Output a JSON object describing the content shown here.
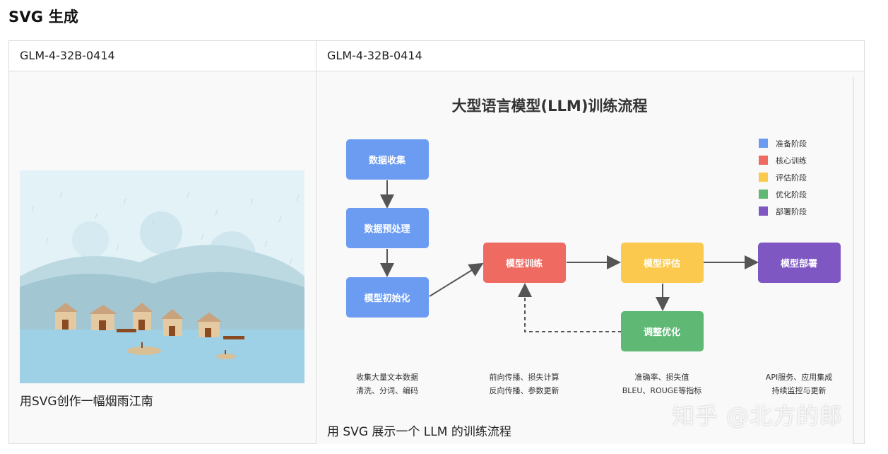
{
  "section_title": "SVG 生成",
  "left": {
    "header": "GLM-4-32B-0414",
    "caption": "用SVG创作一幅烟雨江南"
  },
  "right": {
    "header": "GLM-4-32B-0414",
    "caption": "用 SVG 展示一个 LLM 的训练流程",
    "diagram": {
      "title": "大型语言模型(LLM)训练流程",
      "nodes": {
        "collect": "数据收集",
        "preprocess": "数据预处理",
        "init": "模型初始化",
        "train": "模型训练",
        "eval": "模型评估",
        "deploy": "模型部署",
        "tune": "调整优化"
      },
      "legend": [
        {
          "label": "准备阶段",
          "color": "#6b9cf2"
        },
        {
          "label": "核心训练",
          "color": "#ef6a61"
        },
        {
          "label": "评估阶段",
          "color": "#fbc94e"
        },
        {
          "label": "优化阶段",
          "color": "#5fb874"
        },
        {
          "label": "部署阶段",
          "color": "#7e57c2"
        }
      ],
      "notes": [
        {
          "line1": "收集大量文本数据",
          "line2": "清洗、分词、编码"
        },
        {
          "line1": "前向传播、损失计算",
          "line2": "反向传播、参数更新"
        },
        {
          "line1": "准确率、损失值",
          "line2": "BLEU、ROUGE等指标"
        },
        {
          "line1": "API服务、应用集成",
          "line2": "持续监控与更新"
        }
      ]
    }
  },
  "watermark": "知乎 @北方的郎"
}
